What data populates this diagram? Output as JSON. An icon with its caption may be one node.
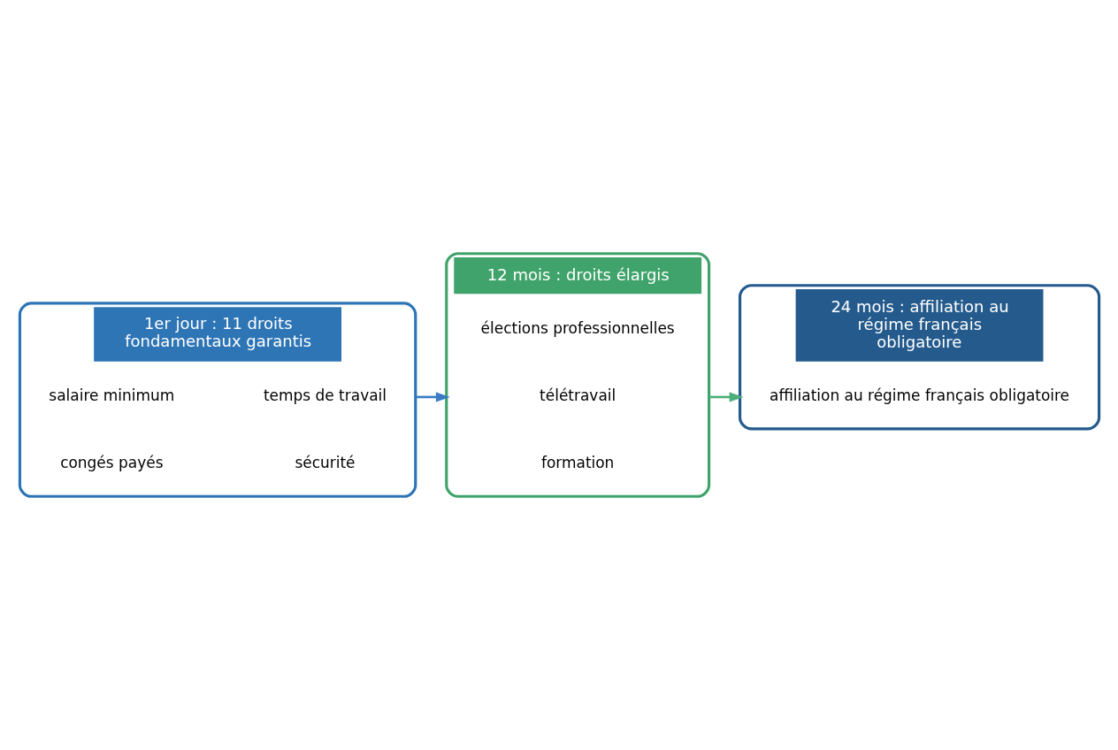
{
  "diagram": {
    "nodes": [
      {
        "text": [
          "1er jour : 11 droits fondamentaux garantis"
        ]
      },
      {
        "text": [
          "salaire minimum"
        ],
        "in": 0
      },
      {
        "text": [
          "temps de travail"
        ],
        "in": 0
      },
      {
        "text": [
          "congés payés"
        ],
        "in": 0
      },
      {
        "text": [
          "sécurité"
        ],
        "in": 0
      },
      {
        "text": [
          "12 mois : droits élargis"
        ]
      },
      {
        "text": [
          "élections professionnelles"
        ],
        "in": 5
      },
      {
        "text": [
          "télétravail"
        ],
        "in": 5
      },
      {
        "text": [
          "formation"
        ],
        "in": 5
      },
      {
        "text": [
          "24 mois : affiliation au régime français obligatoire"
        ]
      },
      {
        "text": [
          "affiliation au régime français obligatoire"
        ],
        "in": 9
      }
    ],
    "edges": [
      {
        "from": 0,
        "to": 5,
        "arrow": "to",
        "color": "#3a7dc4"
      },
      {
        "from": 5,
        "to": 9,
        "arrow": "to",
        "color": "#4caf7a"
      }
    ]
  }
}
